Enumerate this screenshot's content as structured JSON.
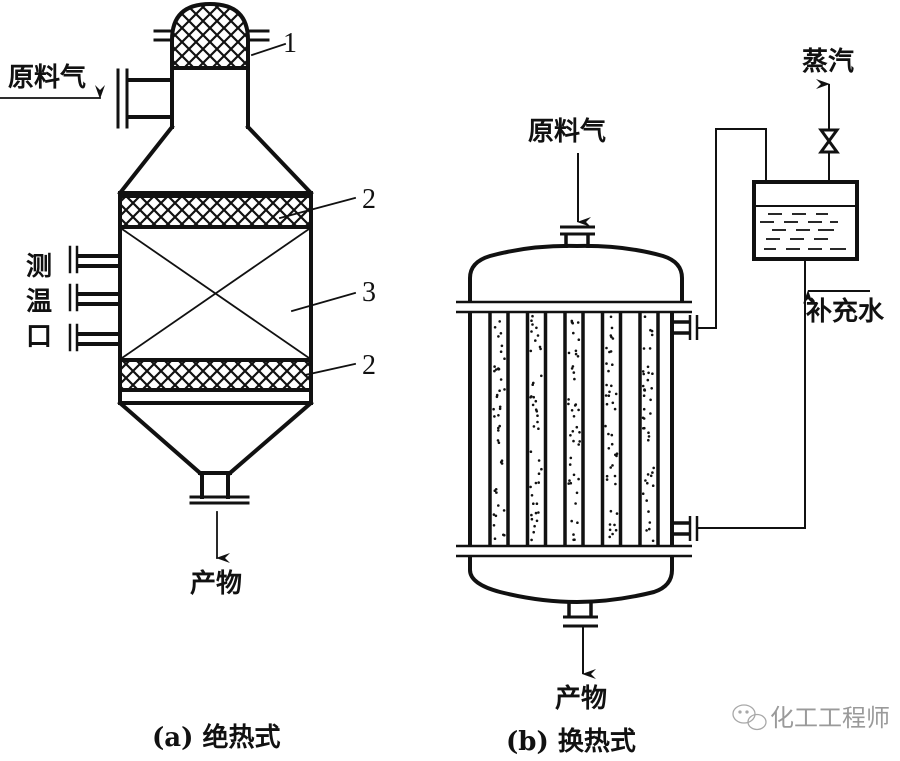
{
  "diagram": {
    "title_a": "(a) 绝热式",
    "title_b": "(b) 换热式",
    "colors": {
      "ink": "#111111",
      "background": "#ffffff",
      "watermark": "#9a9a9a"
    },
    "reactor_a": {
      "feed_label": "原料气",
      "product_label": "产物",
      "temp_port_label": [
        "测",
        "温",
        "口"
      ],
      "callouts": [
        {
          "id": "1",
          "text": "1"
        },
        {
          "id": "2-top",
          "text": "2"
        },
        {
          "id": "3",
          "text": "3"
        },
        {
          "id": "2-bottom",
          "text": "2"
        }
      ],
      "temp_port_count": 3
    },
    "reactor_b": {
      "feed_label": "原料气",
      "product_label": "产物",
      "steam_label": "蒸汽",
      "makeup_water_label": "补充水",
      "tube_count": 5
    },
    "watermark": {
      "icon": "wechat-icon",
      "text": "化工工程师"
    }
  }
}
